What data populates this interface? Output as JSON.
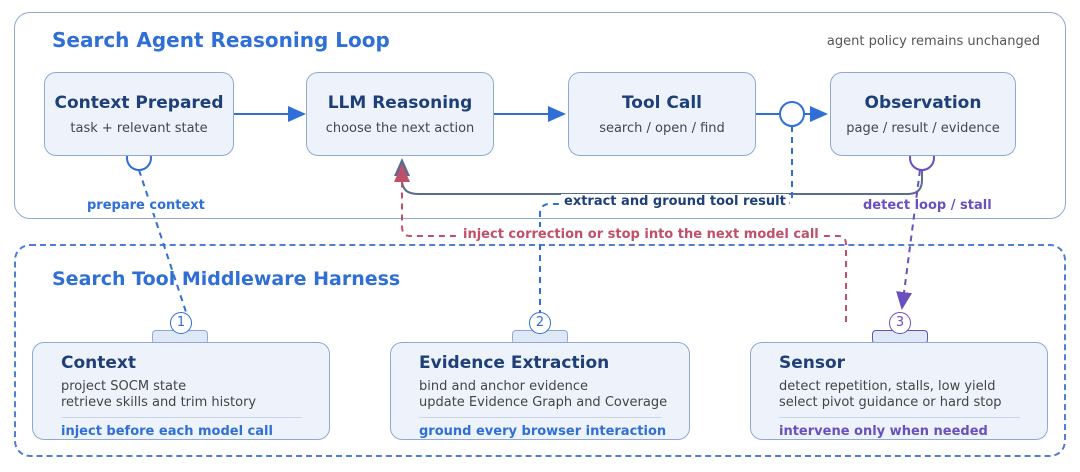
{
  "top": {
    "title": "Search Agent Reasoning Loop",
    "note": "agent policy remains unchanged",
    "nodes": [
      {
        "title": "Context Prepared",
        "sub": "task + relevant state"
      },
      {
        "title": "LLM Reasoning",
        "sub": "choose the next action"
      },
      {
        "title": "Tool Call",
        "sub": "search / open / find"
      },
      {
        "title": "Observation",
        "sub": "page / result / evidence"
      }
    ]
  },
  "edges": {
    "prepare": "prepare context",
    "extract": "extract and ground tool result",
    "detect": "detect loop / stall",
    "inject": "inject correction or stop into the next model call"
  },
  "bottom": {
    "title": "Search Tool Middleware Harness",
    "cards": [
      {
        "num": "1",
        "title": "Context",
        "lines": [
          "project SOCM state",
          "retrieve skills and trim history"
        ],
        "action": "inject before each model call"
      },
      {
        "num": "2",
        "title": "Evidence Extraction",
        "lines": [
          "bind and anchor evidence",
          "update Evidence Graph and Coverage"
        ],
        "action": "ground every browser interaction"
      },
      {
        "num": "3",
        "title": "Sensor",
        "lines": [
          "detect repetition, stalls, low yield",
          "select pivot guidance or hard stop"
        ],
        "action": "intervene only when needed"
      }
    ]
  },
  "colors": {
    "blue": "#2f6fd6",
    "navy": "#1f3f78",
    "red": "#c0506a",
    "purple": "#6a4fbf",
    "gray": "#5a6d8f"
  }
}
